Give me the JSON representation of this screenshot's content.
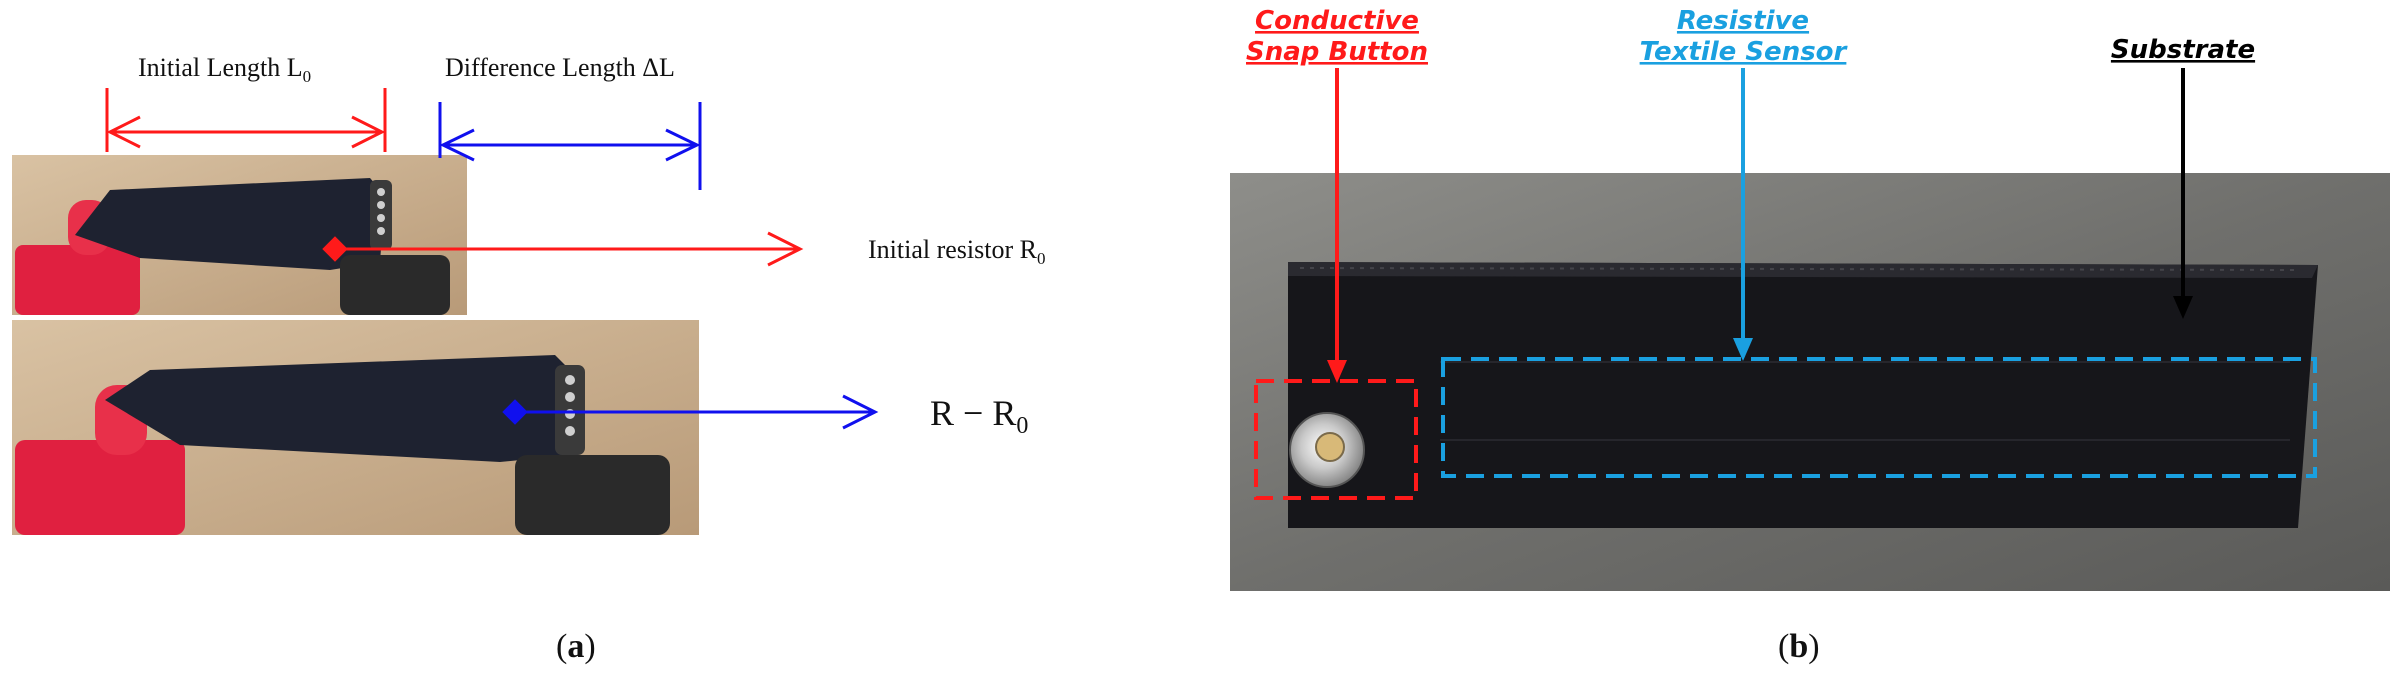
{
  "panel_a": {
    "caption_letter": "a",
    "initial_length_label": "Initial Length L",
    "initial_length_sub": "0",
    "difference_length_label": "Difference Length ΔL",
    "initial_resistor_label": "Initial resistor R",
    "initial_resistor_sub": "0",
    "delta_resistance_label": "R − R",
    "delta_resistance_sub": "0"
  },
  "panel_b": {
    "caption_letter": "b",
    "snap_button_line1": "Conductive",
    "snap_button_line2": "Snap Button",
    "textile_sensor_line1": "Resistive",
    "textile_sensor_line2": "Textile Sensor",
    "substrate_label": "Substrate"
  },
  "colors": {
    "red_marker": "#ff1a1a",
    "blue_marker": "#1010ee",
    "cyan_marker": "#1aa0e0",
    "black_marker": "#000000"
  }
}
